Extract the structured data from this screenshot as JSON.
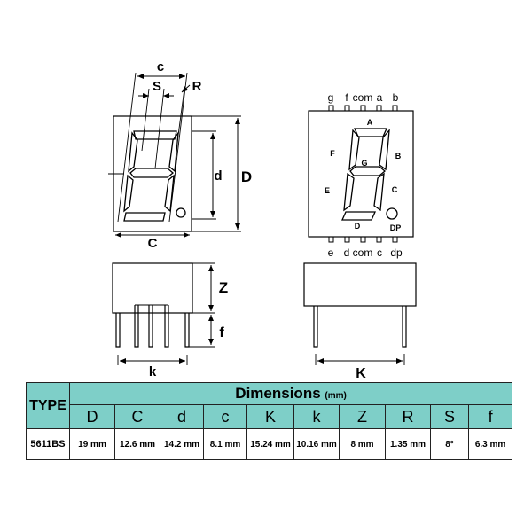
{
  "front_view": {
    "dim_labels": {
      "c": "c",
      "S": "S",
      "R": "R",
      "d": "d",
      "D": "D",
      "C": "C"
    }
  },
  "side_view": {
    "dim_labels": {
      "Z": "Z",
      "f": "f",
      "k": "k"
    }
  },
  "pin_view": {
    "top_pins": [
      "g",
      "f",
      "com",
      "a",
      "b"
    ],
    "bottom_pins": [
      "e",
      "d",
      "com",
      "c",
      "dp"
    ],
    "segments": {
      "A": "A",
      "B": "B",
      "C": "C",
      "D": "D",
      "E": "E",
      "F": "F",
      "G": "G",
      "DP": "DP"
    }
  },
  "end_view": {
    "dim_labels": {
      "K": "K"
    }
  },
  "table": {
    "type_header": "TYPE",
    "title": "Dimensions",
    "unit": "(mm)",
    "columns": [
      "D",
      "C",
      "d",
      "c",
      "K",
      "k",
      "Z",
      "R",
      "S",
      "f"
    ],
    "rows": [
      {
        "model": "5611BS",
        "values": [
          "19 mm",
          "12.6 mm",
          "14.2 mm",
          "8.1 mm",
          "15.24 mm",
          "10.16 mm",
          "8 mm",
          "1.35 mm",
          "8°",
          "6.3 mm"
        ]
      }
    ],
    "header_color": "#7ecfc8"
  }
}
